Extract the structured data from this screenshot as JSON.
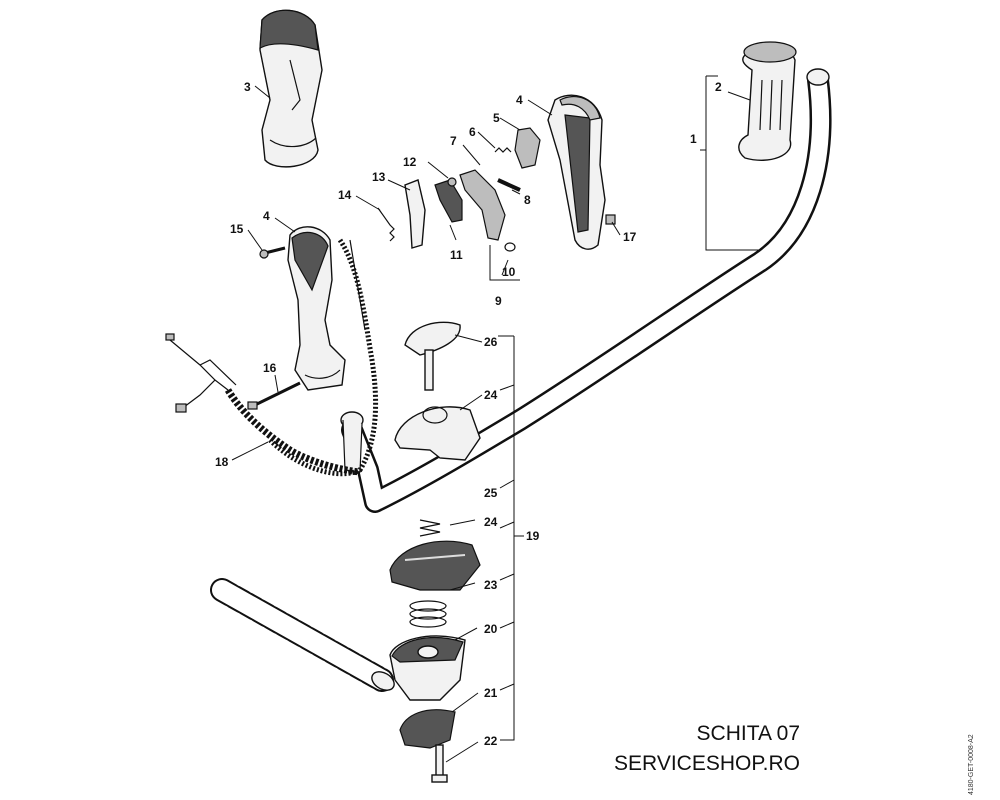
{
  "diagram": {
    "labels": {
      "p1": "1",
      "p2": "2",
      "p3": "3",
      "p4a": "4",
      "p4b": "4",
      "p5": "5",
      "p6": "6",
      "p7": "7",
      "p8": "8",
      "p9": "9",
      "p10": "10",
      "p11": "11",
      "p12": "12",
      "p13": "13",
      "p14": "14",
      "p15": "15",
      "p16": "16",
      "p17": "17",
      "p18": "18",
      "p19": "19",
      "p20": "20",
      "p21": "21",
      "p22": "22",
      "p23": "23",
      "p24a": "24",
      "p24b": "24",
      "p25": "25",
      "p26": "26"
    }
  },
  "caption": {
    "title": "SCHITA 07",
    "shop": "SERVICESHOP.RO",
    "doc_ref": "4180-GET-0008-A2"
  }
}
